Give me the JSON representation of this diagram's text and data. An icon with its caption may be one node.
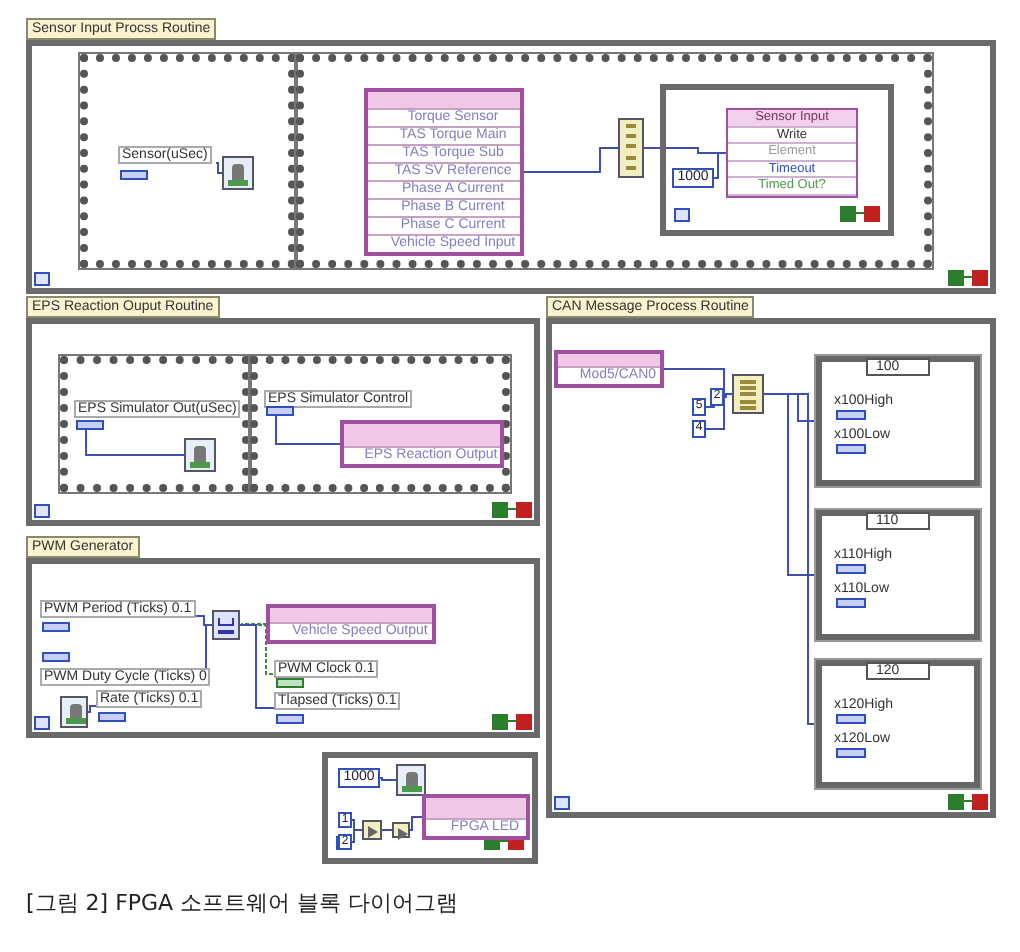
{
  "diagram": {
    "caption": "[그림 2] FPGA 소프트웨어 블록 다이어그램",
    "nodes": [
      {
        "text": [
          "Sensor Input Procss Routine"
        ]
      },
      {
        "text": [],
        "shape": "box",
        "in": 0
      },
      {
        "text": [
          "Sensor(uSec)"
        ],
        "in": 1
      },
      {
        "text": [],
        "shape": "box",
        "in": 1
      },
      {
        "text": [],
        "shape": "box",
        "in": 0
      },
      {
        "text": [
          "Torque Sensor",
          "TAS Torque Main",
          "TAS Torque Sub",
          "TAS SV Reference",
          "Phase A Current",
          "Phase B Current",
          "Phase C Current",
          "Vehicle Speed Input"
        ],
        "in": 4
      },
      {
        "text": [],
        "shape": "box",
        "in": 4
      },
      {
        "text": [],
        "shape": "box",
        "in": 4
      },
      {
        "text": [
          "Sensor Input",
          "Write",
          "Element",
          "Timeout",
          "Timed Out?"
        ],
        "in": 7
      },
      {
        "text": [
          "1000"
        ],
        "in": 7
      },
      {
        "text": [
          "EPS Reaction Ouput Routine"
        ]
      },
      {
        "text": [],
        "shape": "box",
        "in": 10
      },
      {
        "text": [
          "EPS Simulator Out(uSec)"
        ],
        "in": 11
      },
      {
        "text": [],
        "shape": "box",
        "in": 11
      },
      {
        "text": [],
        "shape": "box",
        "in": 10
      },
      {
        "text": [
          "EPS Simulator Control"
        ],
        "in": 14
      },
      {
        "text": [
          "EPS Reaction Output"
        ],
        "in": 14
      },
      {
        "text": [
          "PWM Generator"
        ]
      },
      {
        "text": [
          "PWM Period (Ticks) 0.1"
        ],
        "in": 17
      },
      {
        "text": [
          "PWM Duty Cycle (Ticks) 0"
        ],
        "in": 17
      },
      {
        "text": [],
        "shape": "box",
        "in": 17
      },
      {
        "text": [
          "Vehicle Speed Output"
        ],
        "in": 17
      },
      {
        "text": [
          "PWM Clock 0.1"
        ],
        "in": 17
      },
      {
        "text": [
          "Tlapsed (Ticks) 0.1"
        ],
        "in": 17
      },
      {
        "text": [],
        "shape": "box",
        "in": 17
      },
      {
        "text": [
          "Rate (Ticks) 0.1"
        ],
        "in": 17
      },
      {
        "text": [
          "CAN Message Process Routine"
        ]
      },
      {
        "text": [
          "Mod5/CAN0"
        ],
        "in": 26
      },
      {
        "text": [],
        "shape": "box",
        "in": 26
      },
      {
        "text": [
          "5"
        ],
        "in": 26
      },
      {
        "text": [
          "2"
        ],
        "in": 26
      },
      {
        "text": [
          "4"
        ],
        "in": 26
      },
      {
        "text": [
          "100",
          "x100High",
          "x100Low"
        ],
        "in": 26
      },
      {
        "text": [
          "110",
          "x110High",
          "x110Low"
        ],
        "in": 26
      },
      {
        "text": [
          "120",
          "x120High",
          "x120Low"
        ],
        "in": 26
      },
      {
        "text": [],
        "shape": "box"
      },
      {
        "text": [
          "1000"
        ],
        "in": 35
      },
      {
        "text": [],
        "shape": "box",
        "in": 35
      },
      {
        "text": [
          "1"
        ],
        "in": 35
      },
      {
        "text": [
          "2"
        ],
        "in": 35
      },
      {
        "text": [],
        "shape": "box",
        "in": 35
      },
      {
        "text": [],
        "shape": "box",
        "in": 35
      },
      {
        "text": [
          "FPGA LED"
        ],
        "in": 35
      }
    ],
    "edges": [
      {
        "from": 2,
        "to": 3,
        "arrow": "none"
      },
      {
        "from": 5,
        "to": 6,
        "arrow": "none"
      },
      {
        "from": 6,
        "to": 8,
        "arrow": "none"
      },
      {
        "from": 9,
        "to": 8,
        "arrow": "none"
      },
      {
        "from": 12,
        "to": 13,
        "arrow": "none"
      },
      {
        "from": 15,
        "to": 16,
        "arrow": "none"
      },
      {
        "from": 18,
        "to": 20,
        "arrow": "none"
      },
      {
        "from": 19,
        "to": 20,
        "arrow": "none"
      },
      {
        "from": 20,
        "to": 21,
        "arrow": "none",
        "style": "dashed",
        "color": "#3c8a3c"
      },
      {
        "from": 20,
        "to": 22,
        "arrow": "none",
        "style": "dashed",
        "color": "#3c8a3c"
      },
      {
        "from": 20,
        "to": 23,
        "arrow": "none"
      },
      {
        "from": 24,
        "to": 25,
        "arrow": "none"
      },
      {
        "from": 27,
        "to": 28,
        "arrow": "none"
      },
      {
        "from": 29,
        "to": 28,
        "arrow": "none"
      },
      {
        "from": 30,
        "to": 28,
        "arrow": "none"
      },
      {
        "from": 31,
        "to": 28,
        "arrow": "none"
      },
      {
        "from": 28,
        "to": 32,
        "arrow": "none"
      },
      {
        "from": 28,
        "to": 33,
        "arrow": "none"
      },
      {
        "from": 28,
        "to": 34,
        "arrow": "none"
      },
      {
        "from": 36,
        "to": 37,
        "arrow": "none"
      },
      {
        "from": 38,
        "to": 40,
        "arrow": "none"
      },
      {
        "from": 39,
        "to": 40,
        "arrow": "none"
      },
      {
        "from": 40,
        "to": 41,
        "arrow": "none"
      },
      {
        "from": 41,
        "to": 42,
        "arrow": "none"
      }
    ]
  }
}
